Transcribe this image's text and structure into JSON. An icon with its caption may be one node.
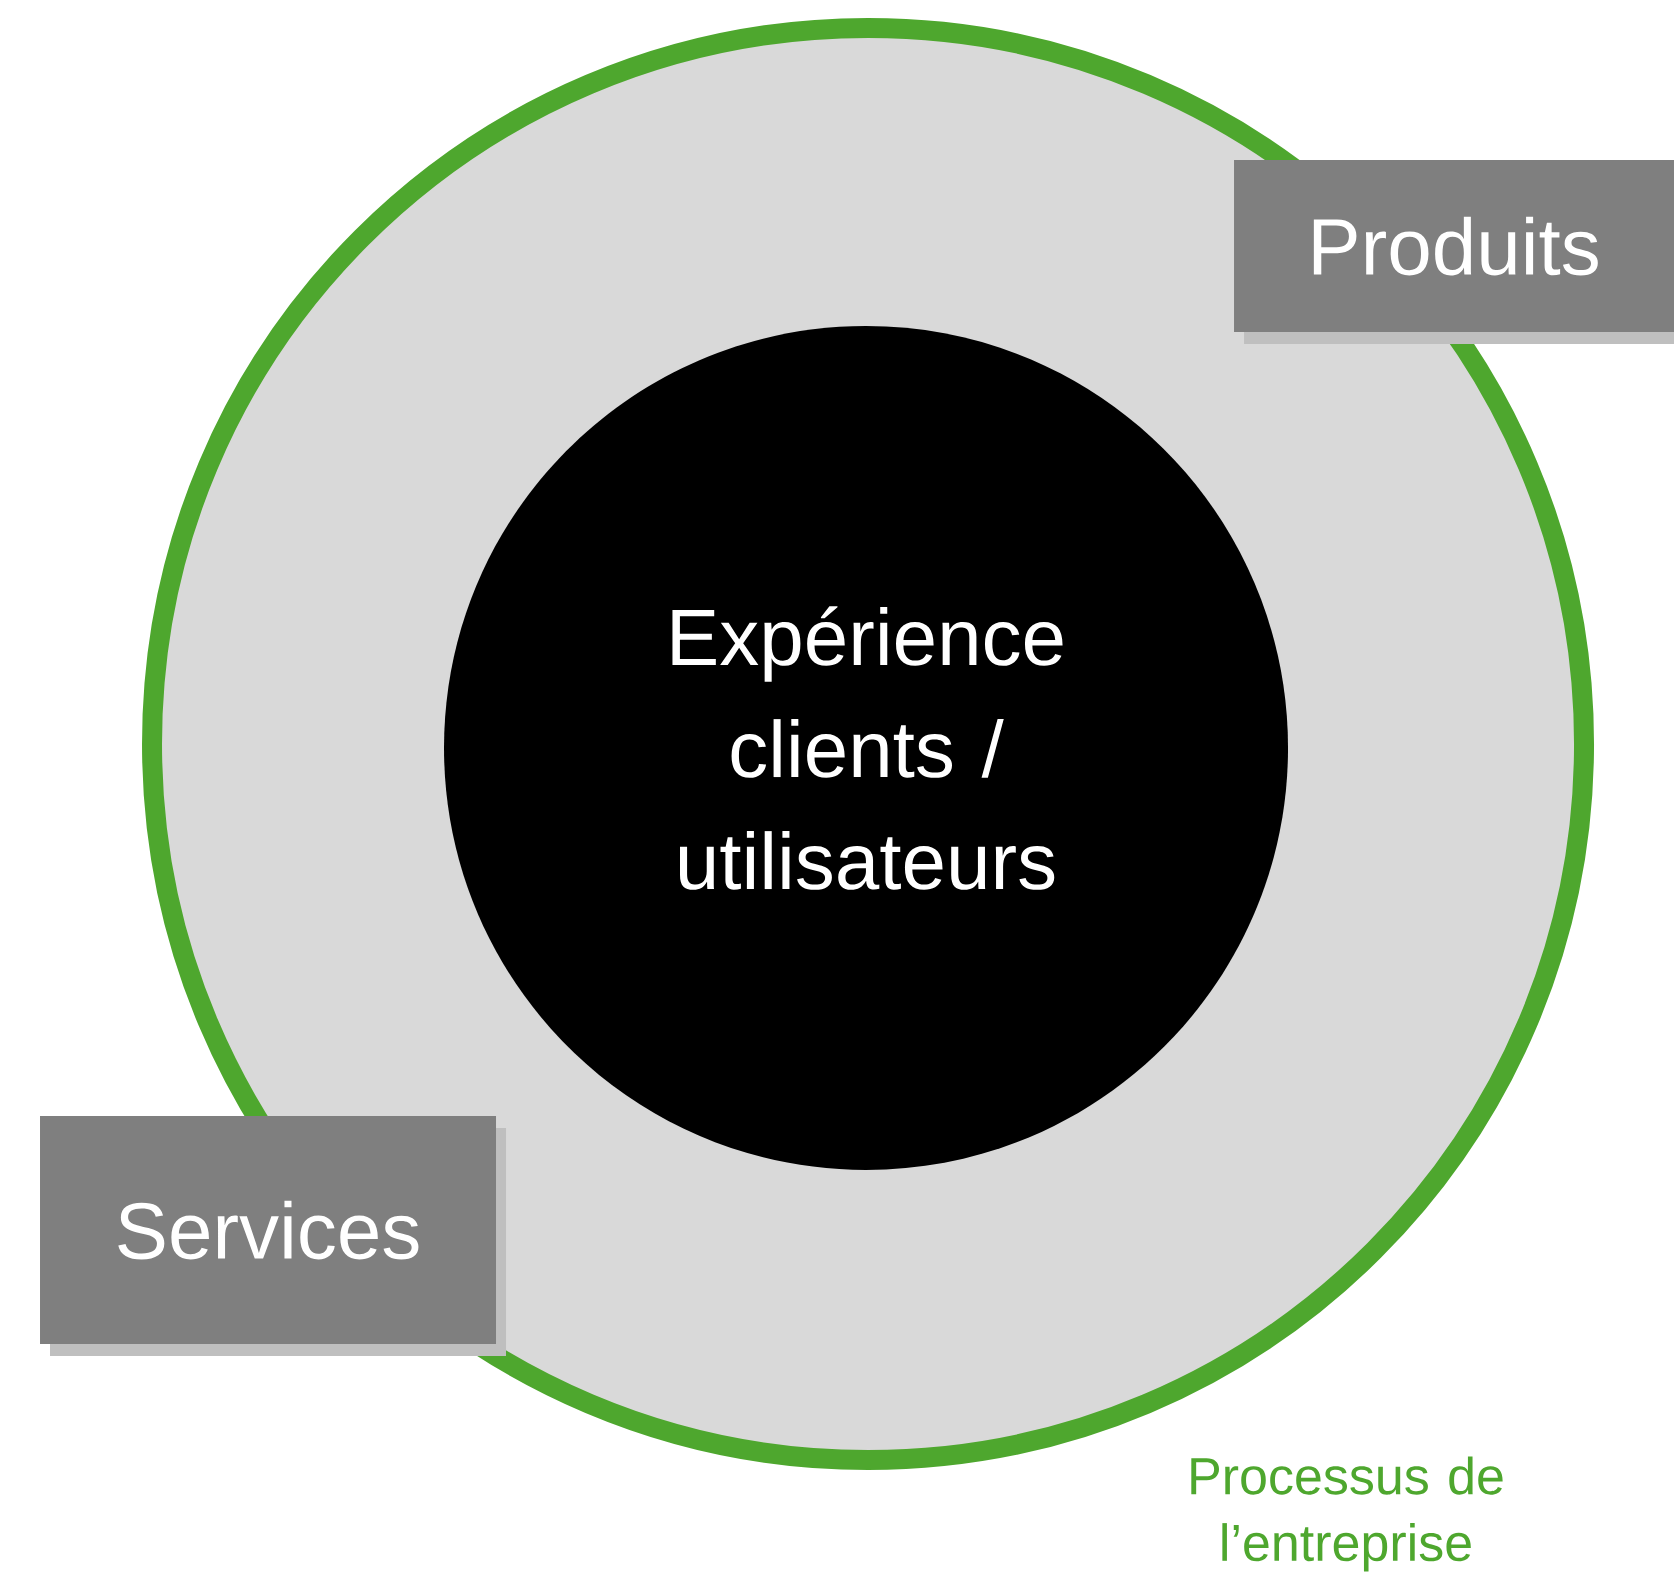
{
  "diagram": {
    "nodes": [
      {
        "text": [],
        "shape": "circle",
        "beside": [
          "Processus de l’entreprise"
        ]
      },
      {
        "text": [
          "Produits"
        ]
      },
      {
        "text": [
          "Expérience clients / utilisateurs"
        ],
        "in": 0
      },
      {
        "text": [
          "Services"
        ]
      }
    ]
  }
}
